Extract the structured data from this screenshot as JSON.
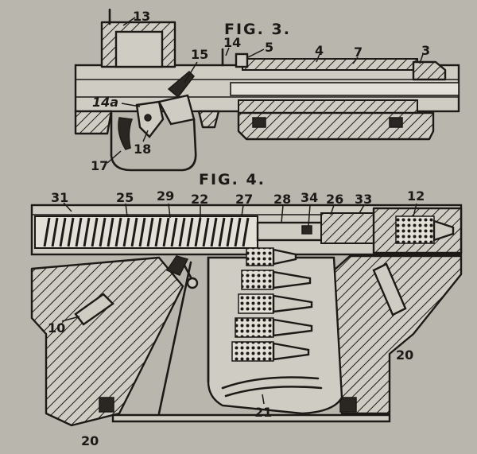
{
  "figures": [
    {
      "caption": "FIG. 3.",
      "labels": [
        "13",
        "15",
        "14",
        "5",
        "4",
        "7",
        "3",
        "14a",
        "18",
        "17"
      ]
    },
    {
      "caption": "FIG. 4.",
      "labels": [
        "31",
        "25",
        "29",
        "22",
        "27",
        "28",
        "34",
        "26",
        "33",
        "12",
        "10",
        "20",
        "20",
        "21"
      ]
    }
  ],
  "colors": {
    "paper": "#b9b6ad",
    "ink": "#1c1a17"
  }
}
